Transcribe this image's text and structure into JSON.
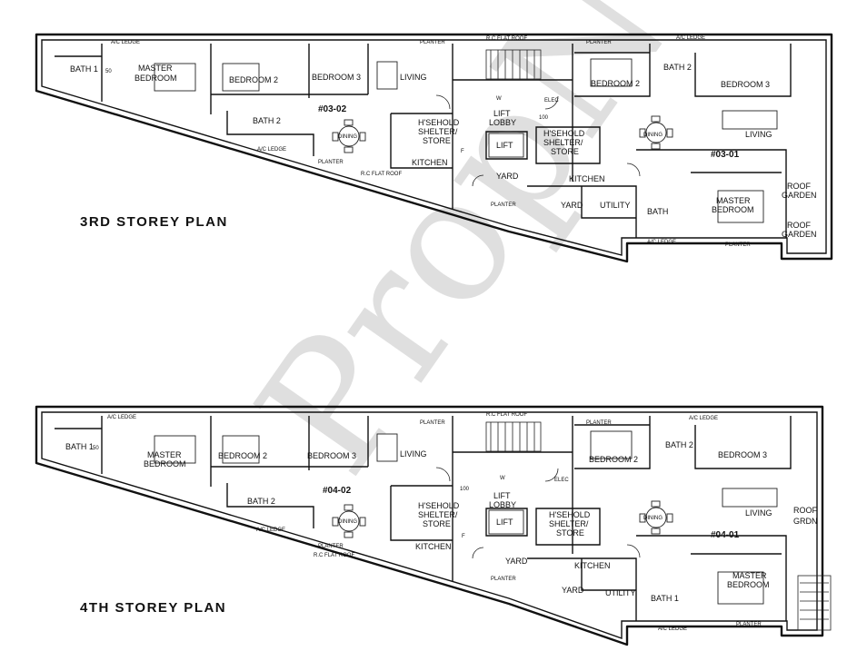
{
  "watermark": "PropNex",
  "plans": [
    {
      "caption": "3RD STOREY PLAN",
      "units": [
        "#03-02",
        "#03-01"
      ],
      "rooms": {
        "master_left": "MASTER",
        "master_left_2": "BEDROOM",
        "bath_left": "BATH 1",
        "bedroom2_left": "BEDROOM 2",
        "bedroom3_left": "BEDROOM 3",
        "living_left": "LIVING",
        "bath2_left": "BATH 2",
        "dining_left": "DINING",
        "kitchen_left": "KITCHEN",
        "shelter_left_1": "H'SEHOLD",
        "shelter_left_2": "SHELTER/",
        "shelter_left_3": "STORE",
        "lift": "LIFT",
        "lift_lobby_1": "LIFT",
        "lift_lobby_2": "LOBBY",
        "shelter_right_1": "H'SEHOLD",
        "shelter_right_2": "SHELTER/",
        "shelter_right_3": "STORE",
        "yard_left": "YARD",
        "kitchen_right": "KITCHEN",
        "yard_right": "YARD",
        "utility": "UTILITY",
        "bedroom2_right": "BEDROOM 2",
        "bath2_right": "BATH 2",
        "bedroom3_right": "BEDROOM 3",
        "living_right": "LIVING",
        "dining_right": "DINING",
        "master_right": "MASTER",
        "master_right_2": "BEDROOM",
        "bath_right": "BATH",
        "roof_garden_1a": "ROOF",
        "roof_garden_1b": "GARDEN",
        "roof_garden_2a": "ROOF",
        "roof_garden_2b": "GARDEN"
      },
      "labels": {
        "ac_ledge": "A/C LEDGE",
        "planter": "PLANTER",
        "rc_flat_roof": "R.C FLAT ROOF",
        "elec": "ELEC",
        "w": "W",
        "f": "F",
        "dim_100": "100",
        "dim_50": "50"
      }
    },
    {
      "caption": "4TH STOREY PLAN",
      "units": [
        "#04-02",
        "#04-01"
      ],
      "rooms": {
        "master_left": "MASTER",
        "master_left_2": "BEDROOM",
        "bath_left": "BATH 1",
        "bedroom2_left": "BEDROOM 2",
        "bedroom3_left": "BEDROOM 3",
        "living_left": "LIVING",
        "bath2_left": "BATH 2",
        "dining_left": "DINING",
        "kitchen_left": "KITCHEN",
        "shelter_left_1": "H'SEHOLD",
        "shelter_left_2": "SHELTER/",
        "shelter_left_3": "STORE",
        "lift": "LIFT",
        "lift_lobby_1": "LIFT",
        "lift_lobby_2": "LOBBY",
        "shelter_right_1": "H'SEHOLD",
        "shelter_right_2": "SHELTER/",
        "shelter_right_3": "STORE",
        "yard_left": "YARD",
        "kitchen_right": "KITCHEN",
        "yard_right": "YARD",
        "utility": "UTILITY",
        "bedroom2_right": "BEDROOM 2",
        "bath2_right": "BATH 2",
        "bedroom3_right": "BEDROOM 3",
        "living_right": "LIVING",
        "dining_right": "DINING",
        "master_right": "MASTER",
        "master_right_2": "BEDROOM",
        "bath_right": "BATH 1",
        "roof_garden_1a": "ROOF",
        "roof_garden_1b": "GRDN"
      },
      "labels": {
        "ac_ledge": "A/C LEDGE",
        "planter": "PLANTER",
        "rc_flat_roof": "R.C FLAT ROOF",
        "elec": "ELEC",
        "w": "W",
        "f": "F",
        "dim_100": "100",
        "dim_50": "50"
      }
    }
  ]
}
